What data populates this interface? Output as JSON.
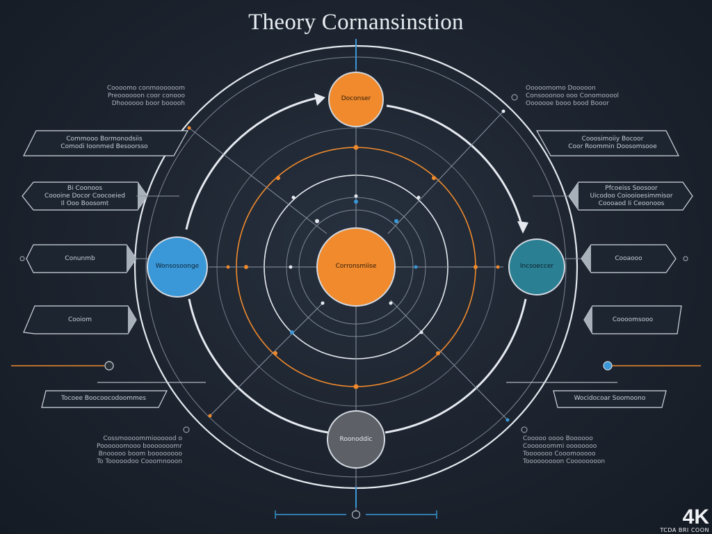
{
  "title": "Theory Cornansinstion",
  "nodes": {
    "top": {
      "label": "Doconser",
      "color": "#f08a2c"
    },
    "center": {
      "label": "Corronsmiise",
      "color": "#f08a2c"
    },
    "left": {
      "label": "Wonsosoonge",
      "color": "#3a98d8"
    },
    "right": {
      "label": "Incsoeccer",
      "color": "#2a7f93"
    },
    "bottom": {
      "label": "Roonoddic",
      "color": "#5d6167"
    }
  },
  "left_panels": [
    {
      "lines": [
        "Commooo Bormonodsiis",
        "Comodi Ioonmed Besoorsso"
      ]
    },
    {
      "lines": [
        "Bi Coonoos",
        "Coooine Docor Coocoeied",
        "Il Ooo Boosomt"
      ]
    },
    {
      "lines": [
        "Conunmb"
      ]
    },
    {
      "lines": [
        "Cooiom"
      ]
    },
    {
      "lines": [
        "Tocoee Boocoocodoommes"
      ]
    }
  ],
  "right_panels": [
    {
      "lines": [
        "Cooosimoiiy Bocoor",
        "Coor Roommin Doosomsooe"
      ]
    },
    {
      "lines": [
        "Pfcoeiss Soosoor",
        "Uicodoo Coiooioesimmisor",
        "Coooaod Ii Ceoonoos"
      ]
    },
    {
      "lines": [
        "Cooaooo"
      ]
    },
    {
      "lines": [
        "Coooomsooo"
      ]
    },
    {
      "lines": [
        "Wocidocoar Soomoono"
      ]
    }
  ],
  "callouts": {
    "top_left": [
      "Coooomo conmoooooom",
      "Preoooooon coor conooo",
      "Dhoooooo boor booooh"
    ],
    "top_right": [
      "Ooooomomo Dooooon",
      "Consooonoo ooo Conomooool",
      "Ooooooe booo bood Booor"
    ],
    "bottom_left": [
      "Cossmoooommioooood o",
      "Poooooomooo booooooomr",
      "Bnooooo boom boooooooo",
      "To Tooooodoo Cooomnooon"
    ],
    "bottom_right": [
      "Cooooo oooo Boooooo",
      "Coooooommi oooooooo",
      "Tooooooo Cooomooooo",
      "Tooooooooon Coooooooon"
    ]
  },
  "badge": {
    "big": "4K",
    "small": "TCDA BRI COON"
  },
  "colors": {
    "background": "#1c232e",
    "ring": "#e6eaf0",
    "accent_orange": "#f08a2c",
    "accent_blue": "#3a98d8",
    "thin_line": "#8c96a3"
  }
}
